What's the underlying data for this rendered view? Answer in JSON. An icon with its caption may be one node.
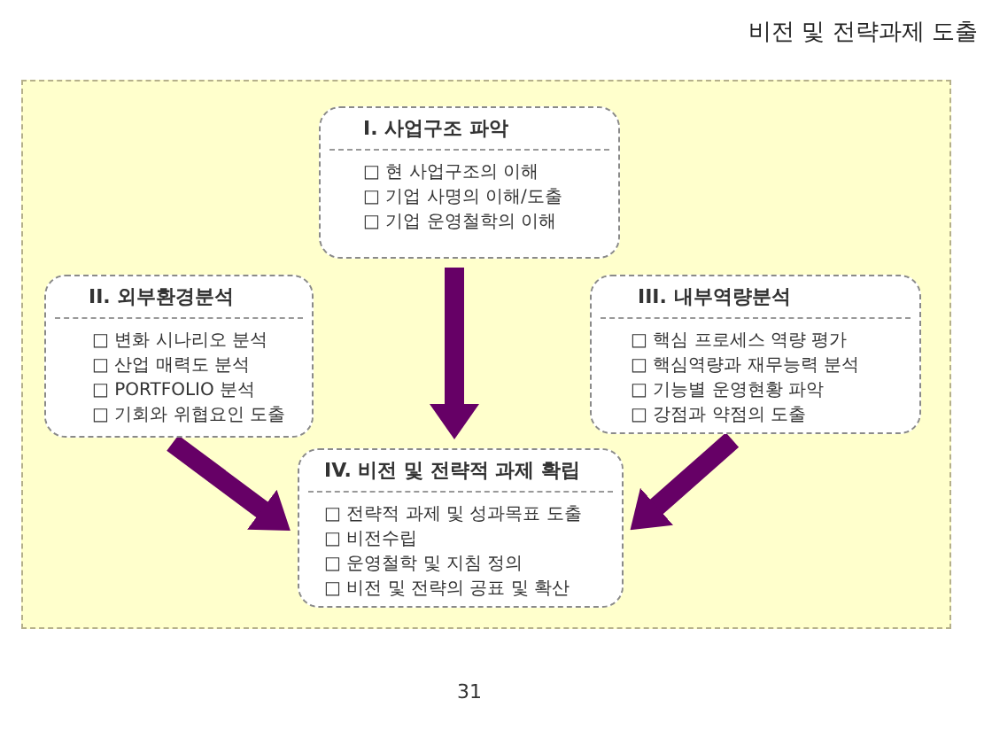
{
  "diagram": {
    "title": "비전 및 전략과제 도출",
    "nodes": [
      {
        "text": [
          "I. 사업구조 파악",
          "□ 현 사업구조의 이해",
          "□ 기업 사명의 이해/도출",
          "□ 기업 운영철학의 이해"
        ]
      },
      {
        "text": [
          "II. 외부환경분석",
          "□ 변화 시나리오 분석",
          "□ 산업 매력도 분석",
          "□ PORTFOLIO 분석",
          "□ 기회와 위협요인 도출"
        ]
      },
      {
        "text": [
          "III. 내부역량분석",
          "□ 핵심 프로세스 역량 평가",
          "□ 핵심역량과 재무능력 분석",
          "□ 기능별 운영현황 파악",
          "□ 강점과 약점의 도출"
        ]
      },
      {
        "text": [
          "IV. 비전 및 전략적 과제 확립",
          "□ 전략적 과제 및 성과목표 도출",
          "□ 비전수립",
          "□ 운영철학 및 지침 정의",
          "□ 비전 및 전략의 공표 및 확산"
        ]
      }
    ],
    "edges": [
      {
        "from": 0,
        "to": 3,
        "arrow": "to"
      },
      {
        "from": 1,
        "to": 3,
        "arrow": "to"
      },
      {
        "from": 2,
        "to": 3,
        "arrow": "to"
      }
    ],
    "labels": [
      "31"
    ]
  }
}
